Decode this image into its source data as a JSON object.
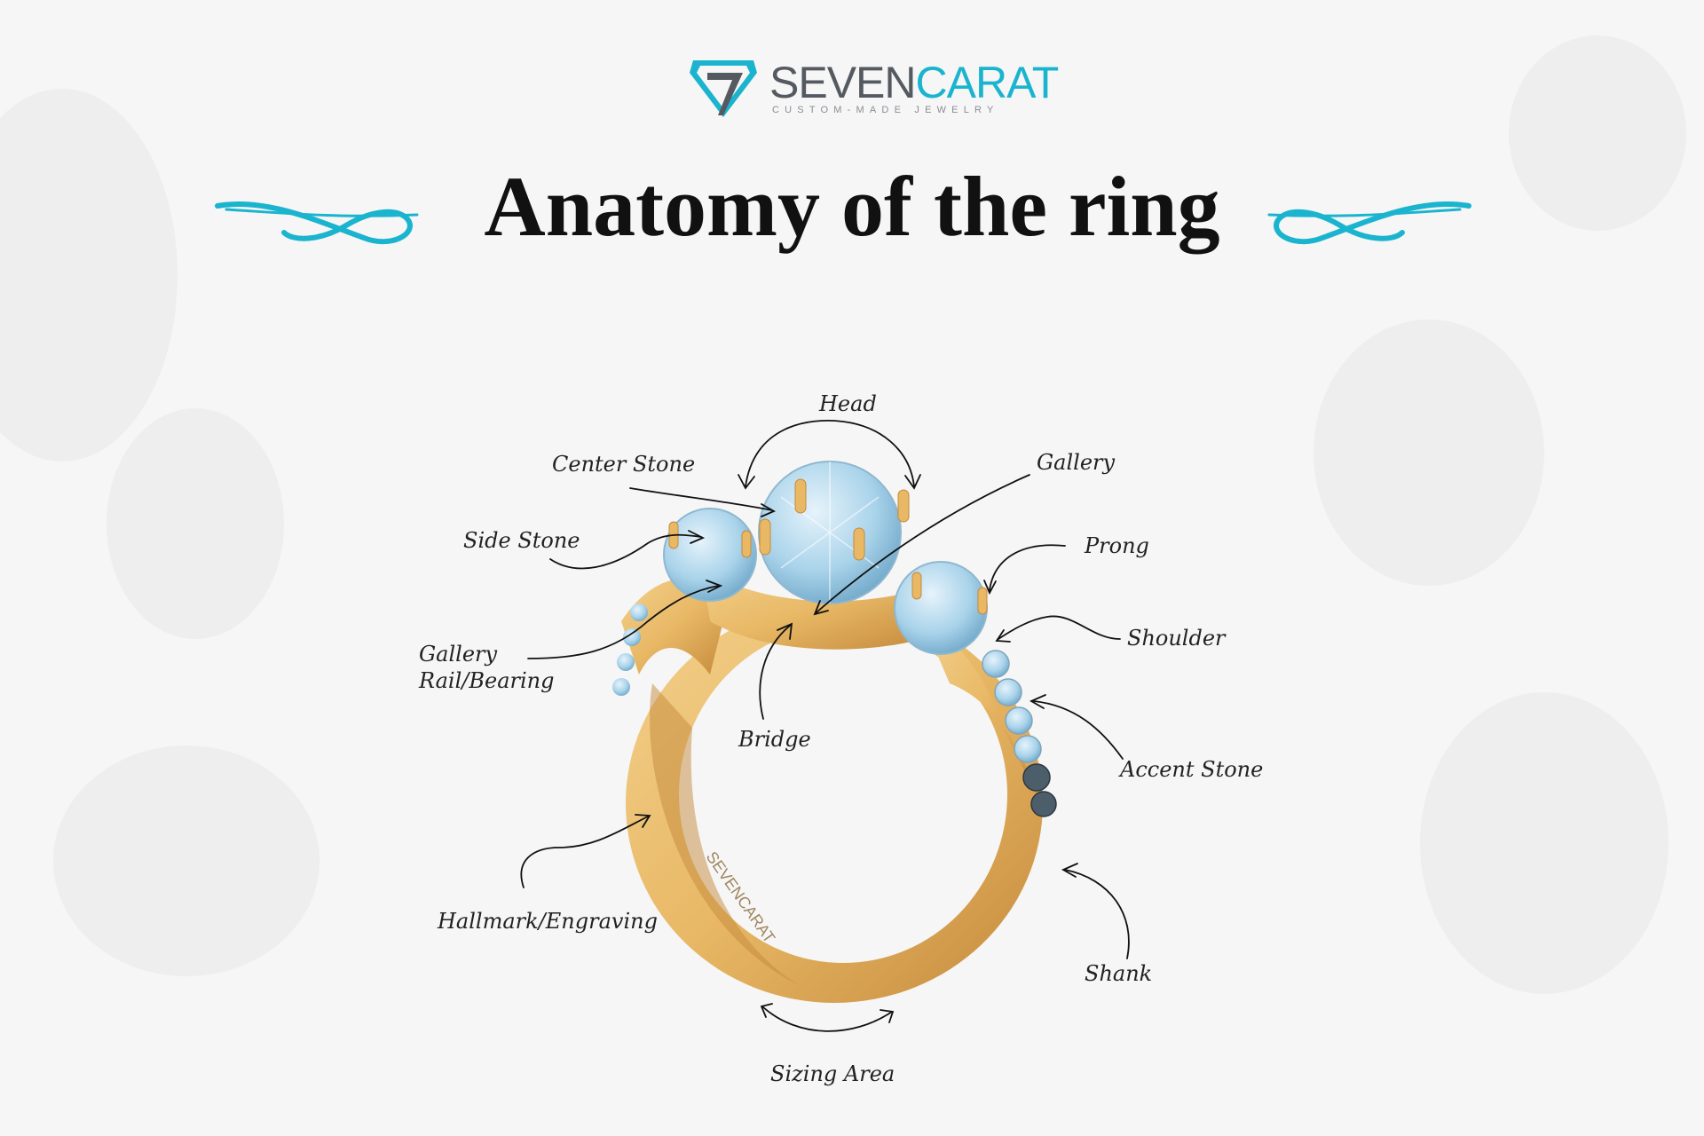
{
  "logo": {
    "brand_part1": "SEVEN",
    "brand_part2": "CARAT",
    "tagline": "CUSTOM-MADE JEWELRY",
    "icon": "diamond-seven-icon",
    "colors": {
      "accent": "#1ab4cf",
      "dark": "#555a61"
    }
  },
  "title": "Anatomy of the ring",
  "ring_engraving": "SEVENCARAT",
  "labels": {
    "head": "Head",
    "center_stone": "Center Stone",
    "gallery": "Gallery",
    "side_stone": "Side Stone",
    "prong": "Prong",
    "shoulder": "Shoulder",
    "gallery_rail_1": "Gallery",
    "gallery_rail_2": "Rail/Bearing",
    "bridge": "Bridge",
    "accent_stone": "Accent Stone",
    "hallmark": "Hallmark/Engraving",
    "shank": "Shank",
    "sizing_area": "Sizing Area"
  },
  "colors": {
    "gold": "#e8b865",
    "gold_dark": "#c48a3c",
    "stone": "#a9d3ea",
    "swirl": "#1ab4cf"
  }
}
